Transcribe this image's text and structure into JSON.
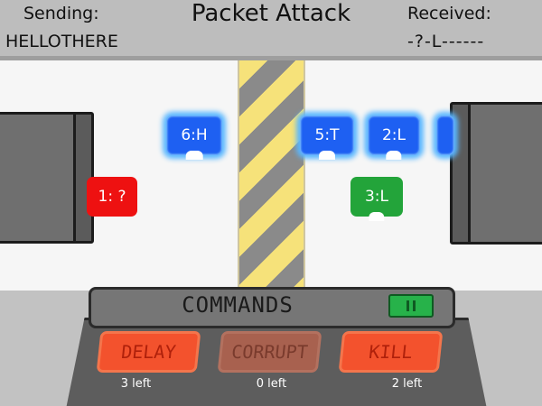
{
  "header": {
    "sending_label": "Sending:",
    "sending_message": "HELLOTHERE",
    "title": "Packet Attack",
    "received_label": "Received:",
    "received_message": "-?-L------"
  },
  "packets": [
    {
      "label": "6:H",
      "color": "blue"
    },
    {
      "label": "5:T",
      "color": "blue"
    },
    {
      "label": "2:L",
      "color": "blue"
    },
    {
      "label": "1: ?",
      "color": "red"
    },
    {
      "label": "3:L",
      "color": "green"
    }
  ],
  "commands": {
    "title": "COMMANDS",
    "pause_icon": "pause-icon",
    "items": [
      {
        "label": "DELAY",
        "remaining": "3 left"
      },
      {
        "label": "CORRUPT",
        "remaining": "0 left"
      },
      {
        "label": "KILL",
        "remaining": "2 left"
      }
    ]
  },
  "colors": {
    "blue_packet": "#1e60f2",
    "red_packet": "#ee1111",
    "green_packet": "#23a43a",
    "command_button": "#f3522d",
    "hazard_yellow": "#f6e27a"
  }
}
